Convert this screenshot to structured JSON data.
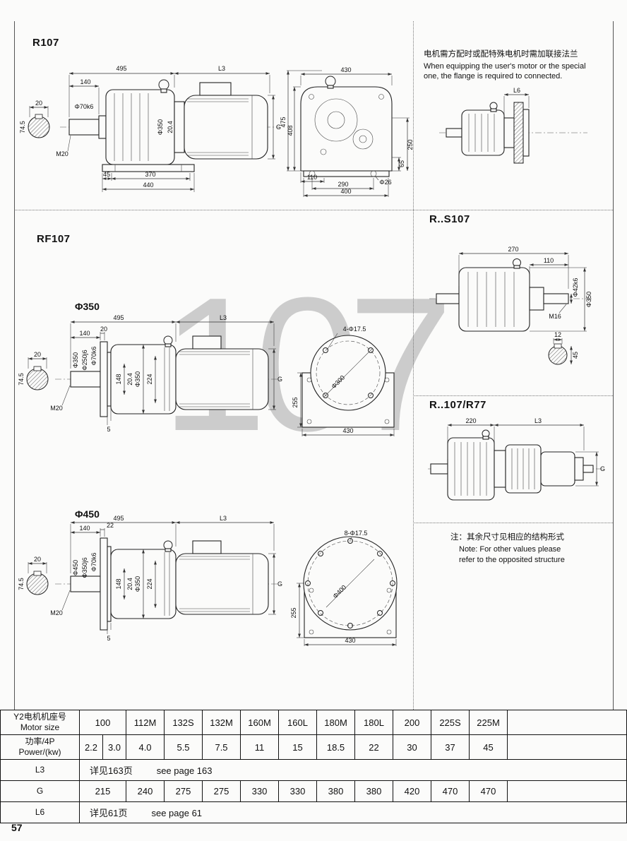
{
  "page": {
    "number": "57",
    "watermark": "107"
  },
  "sections": {
    "r107": "R107",
    "rf107": "RF107",
    "rs107": "R..S107",
    "r107r77": "R..107/R77",
    "phi350": "Φ350",
    "phi450": "Φ450"
  },
  "notes": {
    "flange_cn": "电机需方配时或配特殊电机时需加联接法兰",
    "flange_en1": "When equipping the user's motor or the special",
    "flange_en2": "one, the flange is required to connected.",
    "other_cn": "注：其余尺寸见相应的结构形式",
    "other_en1": "Note: For other values please",
    "other_en2": "refer to the opposited structure"
  },
  "dims": {
    "r107_side": {
      "key_w": "20",
      "key_h": "74.5",
      "shaft_dia": "Φ70k6",
      "len495": "495",
      "l3": "L3",
      "d140": "140",
      "housing_dia": "Φ350",
      "key_depth": "20.4",
      "g": "G",
      "m20": "M20",
      "d45": "45",
      "d370": "370",
      "d440": "440"
    },
    "r107_front": {
      "w430": "430",
      "h475": "475",
      "h408": "408",
      "d65": "65",
      "d250": "250",
      "hole": "Φ26",
      "d110": "110",
      "d290": "290",
      "d400": "400"
    },
    "flange_top": {
      "l6": "L6"
    },
    "rs107": {
      "d270": "270",
      "d110": "110",
      "shaft_dia": "Φ42k6",
      "housing_dia": "Φ350",
      "m16": "M16",
      "key_w": "12",
      "key_h": "45"
    },
    "rf350_side": {
      "key_w": "20",
      "key_h": "74.5",
      "d140": "140",
      "d20": "20",
      "len495": "495",
      "l3": "L3",
      "flange_dia": "Φ350",
      "spigot_dia": "Φ250j6",
      "shaft_dia": "Φ70k6",
      "d148": "148",
      "key_depth": "20.4",
      "housing_dia": "Φ350",
      "d224": "224",
      "g": "G",
      "m20": "M20",
      "d5": "5"
    },
    "rf350_front": {
      "holes": "4-Φ17.5",
      "bolt_circle": "Φ300",
      "d255": "255",
      "d430": "430"
    },
    "r77": {
      "d220": "220",
      "l3": "L3",
      "g": "G"
    },
    "rf450_side": {
      "key_w": "20",
      "key_h": "74.5",
      "d140": "140",
      "d22": "22",
      "len495": "495",
      "l3": "L3",
      "flange_dia": "Φ450",
      "spigot_dia": "Φ350j6",
      "shaft_dia": "Φ70k6",
      "d148": "148",
      "key_depth": "20.4",
      "housing_dia": "Φ350",
      "d224": "224",
      "g": "G",
      "m20": "M20",
      "d5": "5"
    },
    "rf450_front": {
      "holes": "8-Φ17.5",
      "bolt_circle": "Φ400",
      "d255": "255",
      "d430": "430"
    }
  },
  "table": {
    "motor_row": {
      "header_cn": "Y2电机机座号",
      "header_en": "Motor size",
      "values": [
        "100",
        "112M",
        "132S",
        "132M",
        "160M",
        "160L",
        "180M",
        "180L",
        "200",
        "225S",
        "225M"
      ]
    },
    "power_row": {
      "header_cn": "功率/4P",
      "header_en": "Power/(kw)",
      "values": [
        "2.2",
        "3.0",
        "4.0",
        "5.5",
        "7.5",
        "11",
        "15",
        "18.5",
        "22",
        "30",
        "37",
        "45"
      ]
    },
    "l3_row": {
      "header": "L3",
      "cn": "详见163页",
      "en": "see page 163"
    },
    "g_row": {
      "header": "G",
      "values": [
        "215",
        "240",
        "275",
        "275",
        "330",
        "330",
        "380",
        "380",
        "420",
        "470",
        "470"
      ]
    },
    "l6_row": {
      "header": "L6",
      "cn": "详见61页",
      "en": "see page 61"
    }
  }
}
